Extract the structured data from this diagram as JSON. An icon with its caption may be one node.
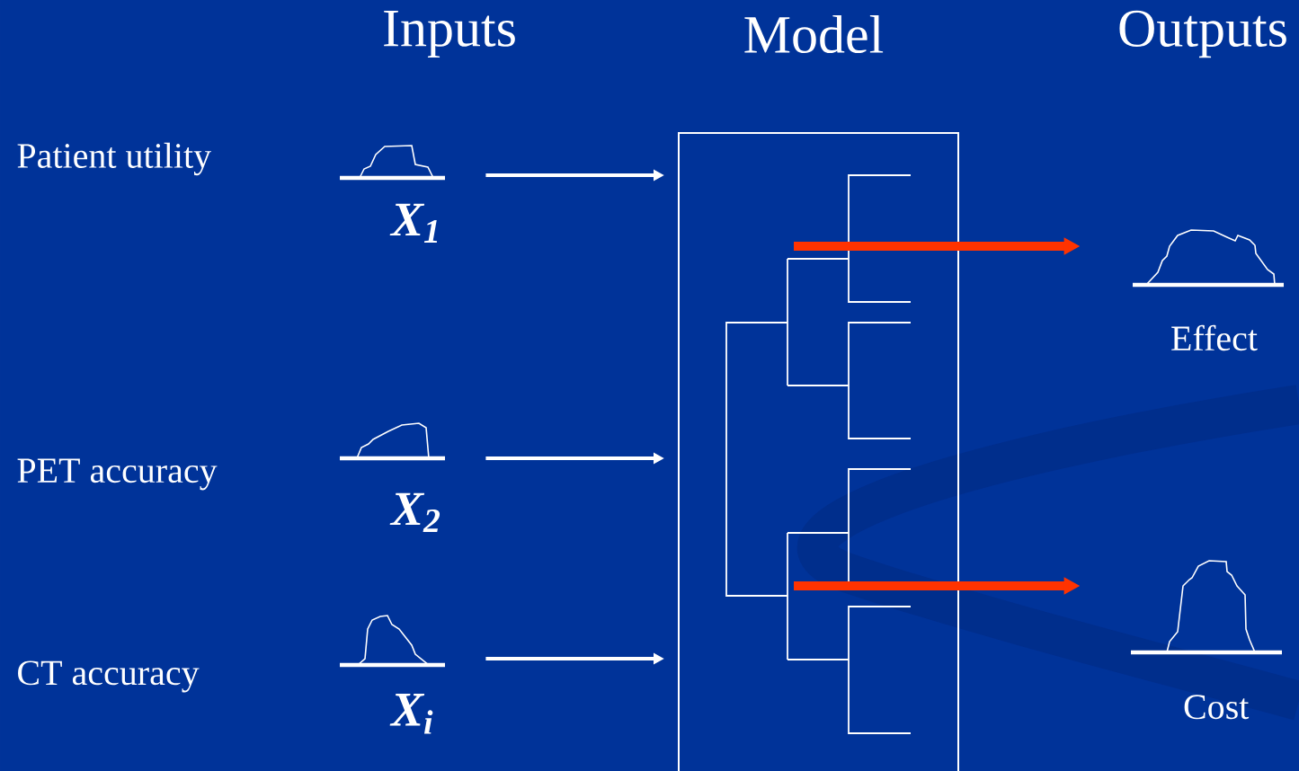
{
  "diagram": {
    "nodes": [
      {
        "text": [
          "X$_{1}$"
        ]
      },
      {
        "text": [
          "X$_{2}$"
        ]
      },
      {
        "text": [
          "X$_{i}$"
        ]
      },
      {
        "text": [],
        "shape": "box"
      },
      {
        "text": [
          "Effect"
        ]
      },
      {
        "text": [
          "Cost"
        ]
      }
    ],
    "edges": [
      {
        "from": 0,
        "to": 3,
        "arrow": "to"
      },
      {
        "from": 1,
        "to": 3,
        "arrow": "to"
      },
      {
        "from": 2,
        "to": 3,
        "arrow": "to"
      },
      {
        "from": 3,
        "to": 4,
        "arrow": "to",
        "style": "thick",
        "color": "#ff3300"
      },
      {
        "from": 3,
        "to": 5,
        "arrow": "to",
        "style": "thick",
        "color": "#ff3300"
      }
    ],
    "labels": [
      "Inputs",
      "Model",
      "Outputs",
      "Patient utility",
      "PET accuracy",
      "CT accuracy"
    ]
  }
}
